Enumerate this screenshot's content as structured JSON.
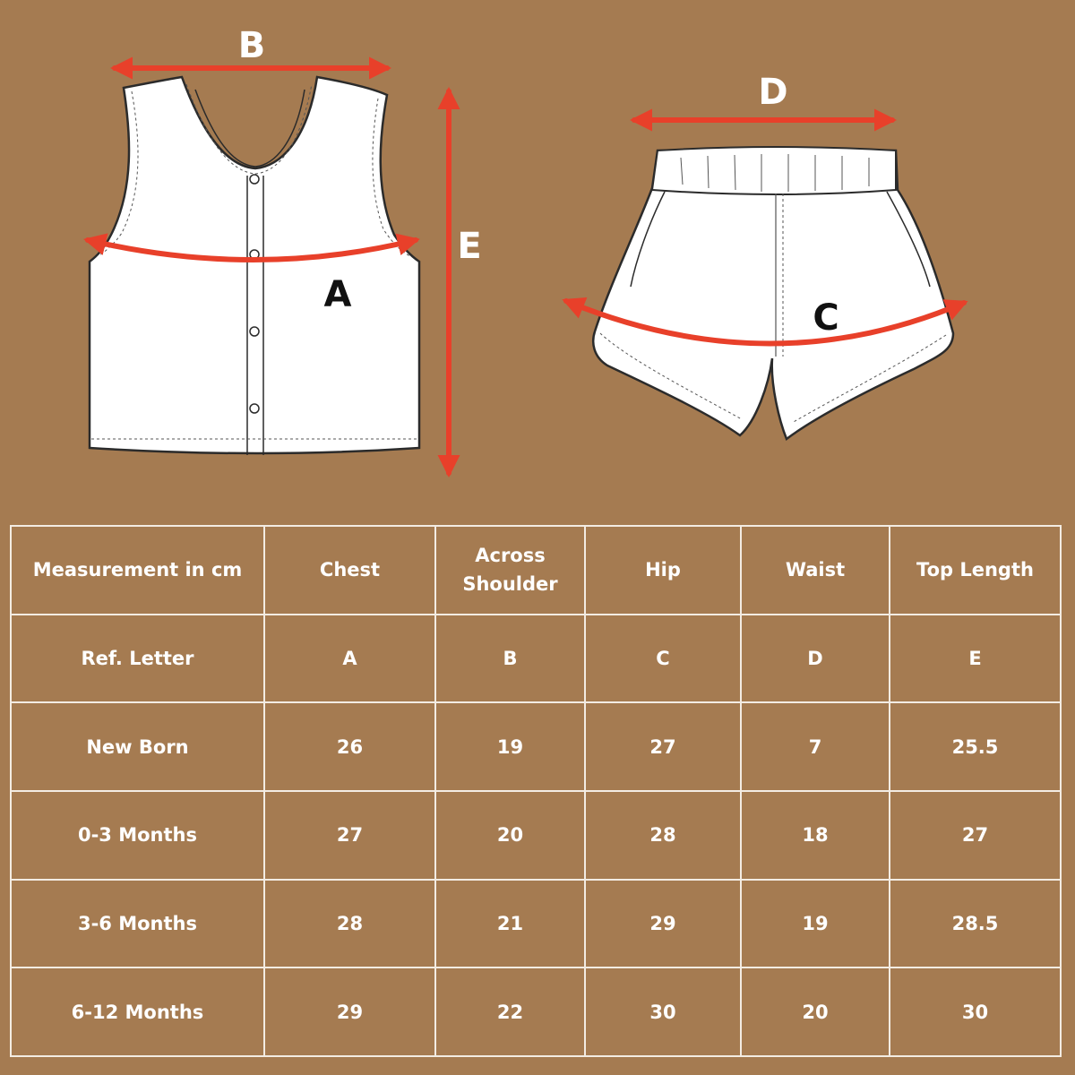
{
  "diagram": {
    "labels": {
      "a": "A",
      "b": "B",
      "c": "C",
      "d": "D",
      "e": "E"
    },
    "colors": {
      "background": "#a57b51",
      "arrow": "#e8402a",
      "garment_fill": "#ffffff",
      "garment_outline": "#2b2b2b",
      "table_border": "#f3ece3",
      "table_text": "#ffffff"
    }
  },
  "table": {
    "headers": [
      "Measurement in cm",
      "Chest",
      "Across Shoulder",
      "Hip",
      "Waist",
      "Top Length"
    ],
    "rows": [
      [
        "Ref. Letter",
        "A",
        "B",
        "C",
        "D",
        "E"
      ],
      [
        "New Born",
        "26",
        "19",
        "27",
        "7",
        "25.5"
      ],
      [
        "0-3 Months",
        "27",
        "20",
        "28",
        "18",
        "27"
      ],
      [
        "3-6 Months",
        "28",
        "21",
        "29",
        "19",
        "28.5"
      ],
      [
        "6-12 Months",
        "29",
        "22",
        "30",
        "20",
        "30"
      ]
    ]
  }
}
